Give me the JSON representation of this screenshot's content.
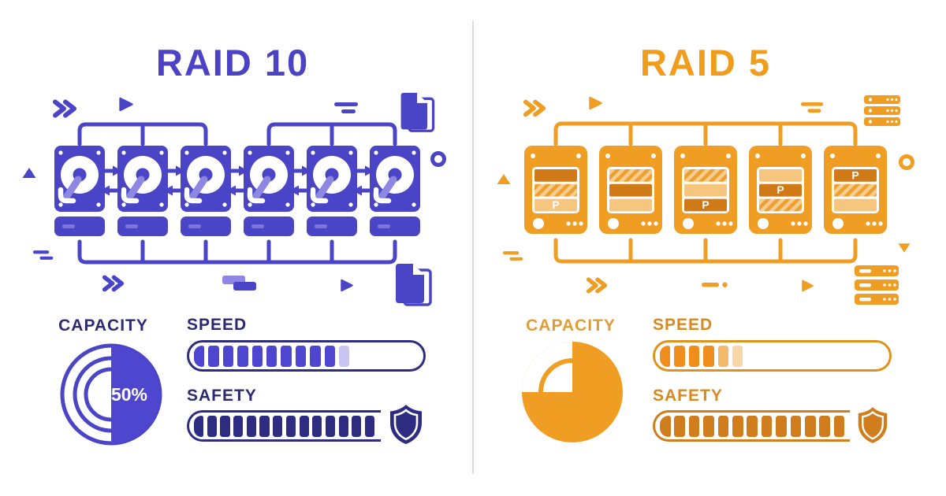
{
  "infographic": {
    "type": "comparison",
    "subject": "RAID 10 vs RAID 5"
  },
  "divider_color": "#dcdce9",
  "left": {
    "title": "RAID 10",
    "theme": {
      "primary": "#4a44c6",
      "title": "#4b42c4",
      "dark": "#2e2c80",
      "label": "#2b2a72",
      "segment": "#4f46cf",
      "segment_faint": "#c9c5f1",
      "accent_light": "#8d86e2"
    },
    "array": {
      "disks": 6,
      "drive_type": "hdd",
      "arrows": "bidirectional-mirroring",
      "groups": 2
    },
    "capacity": {
      "label": "CAPACITY",
      "value": "50%",
      "fraction": 0.5
    },
    "speed": {
      "label": "SPEED",
      "segments": [
        "full",
        "full",
        "full",
        "full",
        "full",
        "full",
        "full",
        "full",
        "full",
        "full",
        "faint",
        "empty",
        "empty",
        "empty",
        "empty",
        "empty"
      ]
    },
    "safety": {
      "label": "SAFETY",
      "segments": [
        "full",
        "full",
        "full",
        "full",
        "full",
        "full",
        "full",
        "full",
        "full",
        "full",
        "full",
        "full",
        "full",
        "full"
      ]
    },
    "icons": [
      "double-chevron",
      "play",
      "equals-dashes",
      "file-stack",
      "ring",
      "triangle-up",
      "equals-dashes",
      "double-chevron",
      "connector",
      "play",
      "file-stack",
      "shield"
    ]
  },
  "right": {
    "title": "RAID 5",
    "theme": {
      "primary": "#f09d24",
      "title": "#f09c1d",
      "dark": "#cf7d1d",
      "label": "#d9891f",
      "label_capacity": "#e09c36",
      "bar_border": "#e0921f",
      "segment": "#ef8e1d",
      "segment_medium": "#f4b96a",
      "segment_faint": "#f8d6a6",
      "stripe_dark": "#cf7a16",
      "stripe_light": "#f6c67e",
      "hatch_bg": "#f8cd8e",
      "hatch_line": "#eda031"
    },
    "array": {
      "disks": 5,
      "drive_type": "striped",
      "parity_label": "P"
    },
    "disks": [
      {
        "stripes": [
          {
            "type": "dark"
          },
          {
            "type": "hatch"
          },
          {
            "type": "light",
            "label": "P"
          }
        ]
      },
      {
        "stripes": [
          {
            "type": "hatch"
          },
          {
            "type": "dark"
          },
          {
            "type": "light"
          }
        ]
      },
      {
        "stripes": [
          {
            "type": "hatch"
          },
          {
            "type": "light"
          },
          {
            "type": "dark",
            "label": "P"
          }
        ]
      },
      {
        "stripes": [
          {
            "type": "light"
          },
          {
            "type": "dark",
            "label": "P"
          },
          {
            "type": "hatch"
          }
        ]
      },
      {
        "stripes": [
          {
            "type": "dark",
            "label": "P"
          },
          {
            "type": "hatch"
          },
          {
            "type": "light"
          }
        ]
      }
    ],
    "capacity": {
      "label": "CAPACITY",
      "fraction": 0.75
    },
    "speed": {
      "label": "SPEED",
      "segments": [
        "full",
        "full",
        "full",
        "full",
        "medium",
        "faint",
        "empty",
        "empty",
        "empty",
        "empty",
        "empty",
        "empty",
        "empty",
        "empty",
        "empty",
        "empty"
      ]
    },
    "safety": {
      "label": "SAFETY",
      "segments": [
        "full",
        "full",
        "full",
        "full",
        "full",
        "full",
        "full",
        "full",
        "full",
        "full",
        "full",
        "full",
        "full"
      ]
    },
    "icons": [
      "double-chevron",
      "play",
      "equals-dashes",
      "server-stack",
      "ring",
      "triangle-up",
      "equals-dashes",
      "double-chevron",
      "dash-dot",
      "play",
      "server-stack",
      "triangle-down",
      "shield"
    ]
  }
}
